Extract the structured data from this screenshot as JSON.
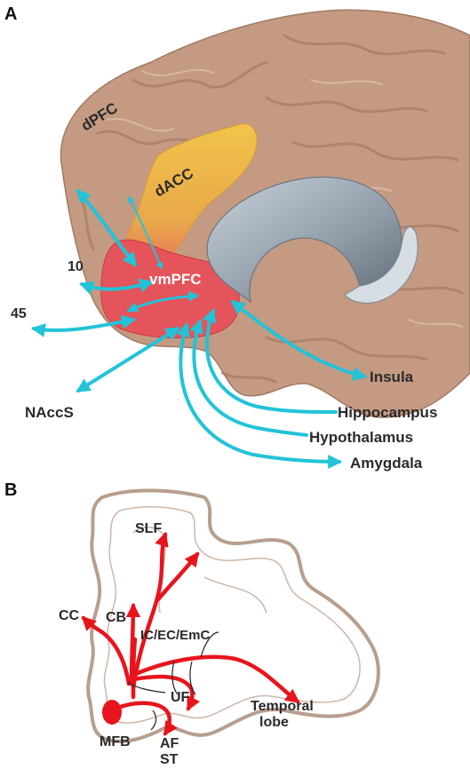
{
  "panel_a": {
    "letter": "A",
    "regions": {
      "dpfc": "dPFC",
      "dacc": "dACC",
      "vmpfc": "vmPFC",
      "area10": "10",
      "area45": "45"
    },
    "targets": {
      "insula": "Insula",
      "naccs": "NAccS",
      "hippocampus": "Hippocampus",
      "hypothalamus": "Hypothalamus",
      "amygdala": "Amygdala"
    },
    "colors": {
      "cortex": "#c49a82",
      "dacc": "#e8b640",
      "vmpfc": "#e4545a",
      "corpus_callosum": "#9aa6b0",
      "arrows": "#22c3d8"
    }
  },
  "panel_b": {
    "letter": "B",
    "labels": {
      "slf": "SLF",
      "cb": "CB",
      "cc": "CC",
      "ic_ec_emc": "IC/EC/EmC",
      "uf": "UF",
      "temporal_line1": "Temporal",
      "temporal_line2": "lobe",
      "mfb": "MFB",
      "af": "AF",
      "st": "ST"
    },
    "colors": {
      "outline": "#b79e8e",
      "tracts": "#e8141c"
    }
  }
}
